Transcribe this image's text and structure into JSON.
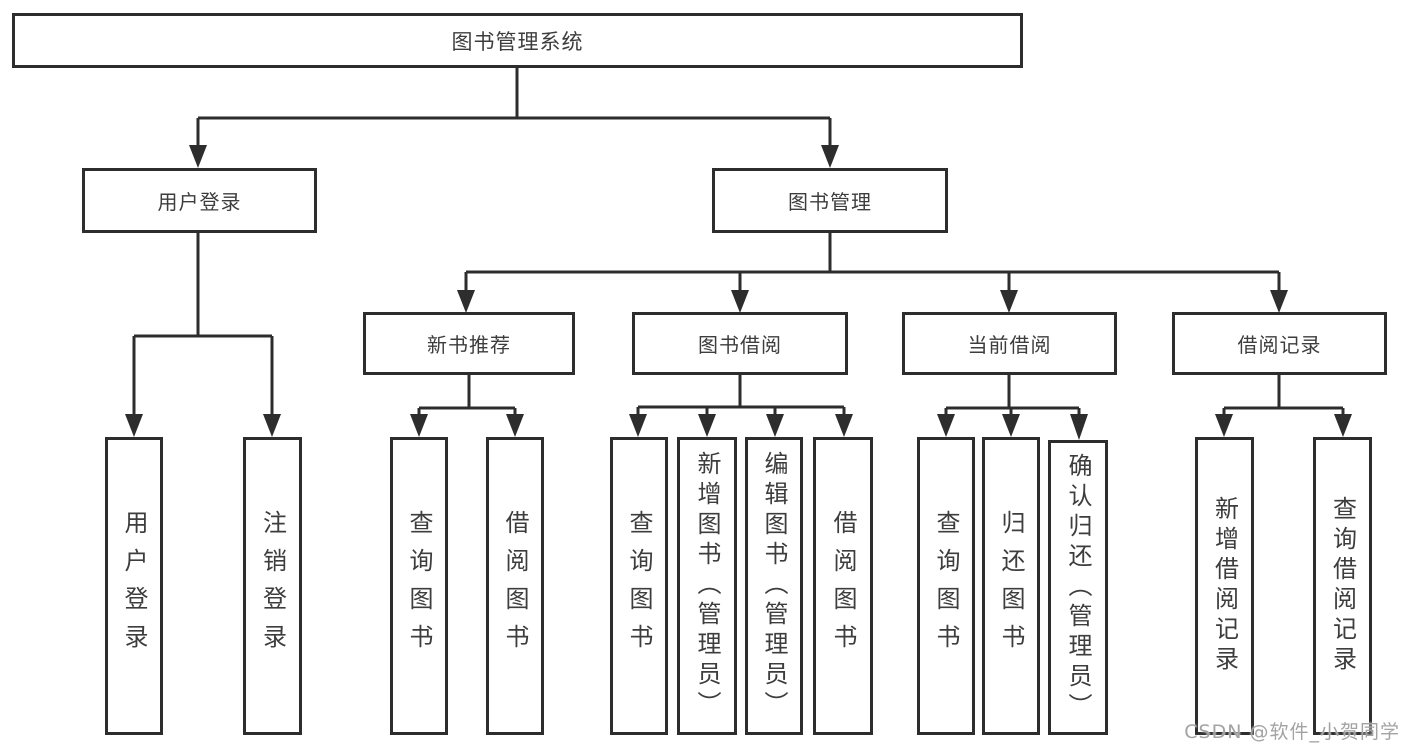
{
  "watermark": "CSDN @软件_小贺同学",
  "colors": {
    "line": "#2d2d2d",
    "box_border": "#2d2d2d",
    "text": "#3d3d3d",
    "watermark": "#a3a3a3",
    "background": "#ffffff"
  },
  "nodes": {
    "root": "图书管理系统",
    "user_login_branch": {
      "label": "用户登录",
      "children": [
        "用户登录",
        "注销登录"
      ]
    },
    "book_mgmt_branch": {
      "label": "图书管理",
      "children": [
        {
          "label": "新书推荐",
          "children": [
            "查询图书",
            "借阅图书"
          ]
        },
        {
          "label": "图书借阅",
          "children": [
            "查询图书",
            "新增图书（管理员）",
            "编辑图书（管理员）",
            "借阅图书"
          ]
        },
        {
          "label": "当前借阅",
          "children": [
            "查询图书",
            "归还图书",
            "确认归还（管理员）"
          ]
        },
        {
          "label": "借阅记录",
          "children": [
            "新增借阅记录",
            "查询借阅记录"
          ]
        }
      ]
    }
  }
}
